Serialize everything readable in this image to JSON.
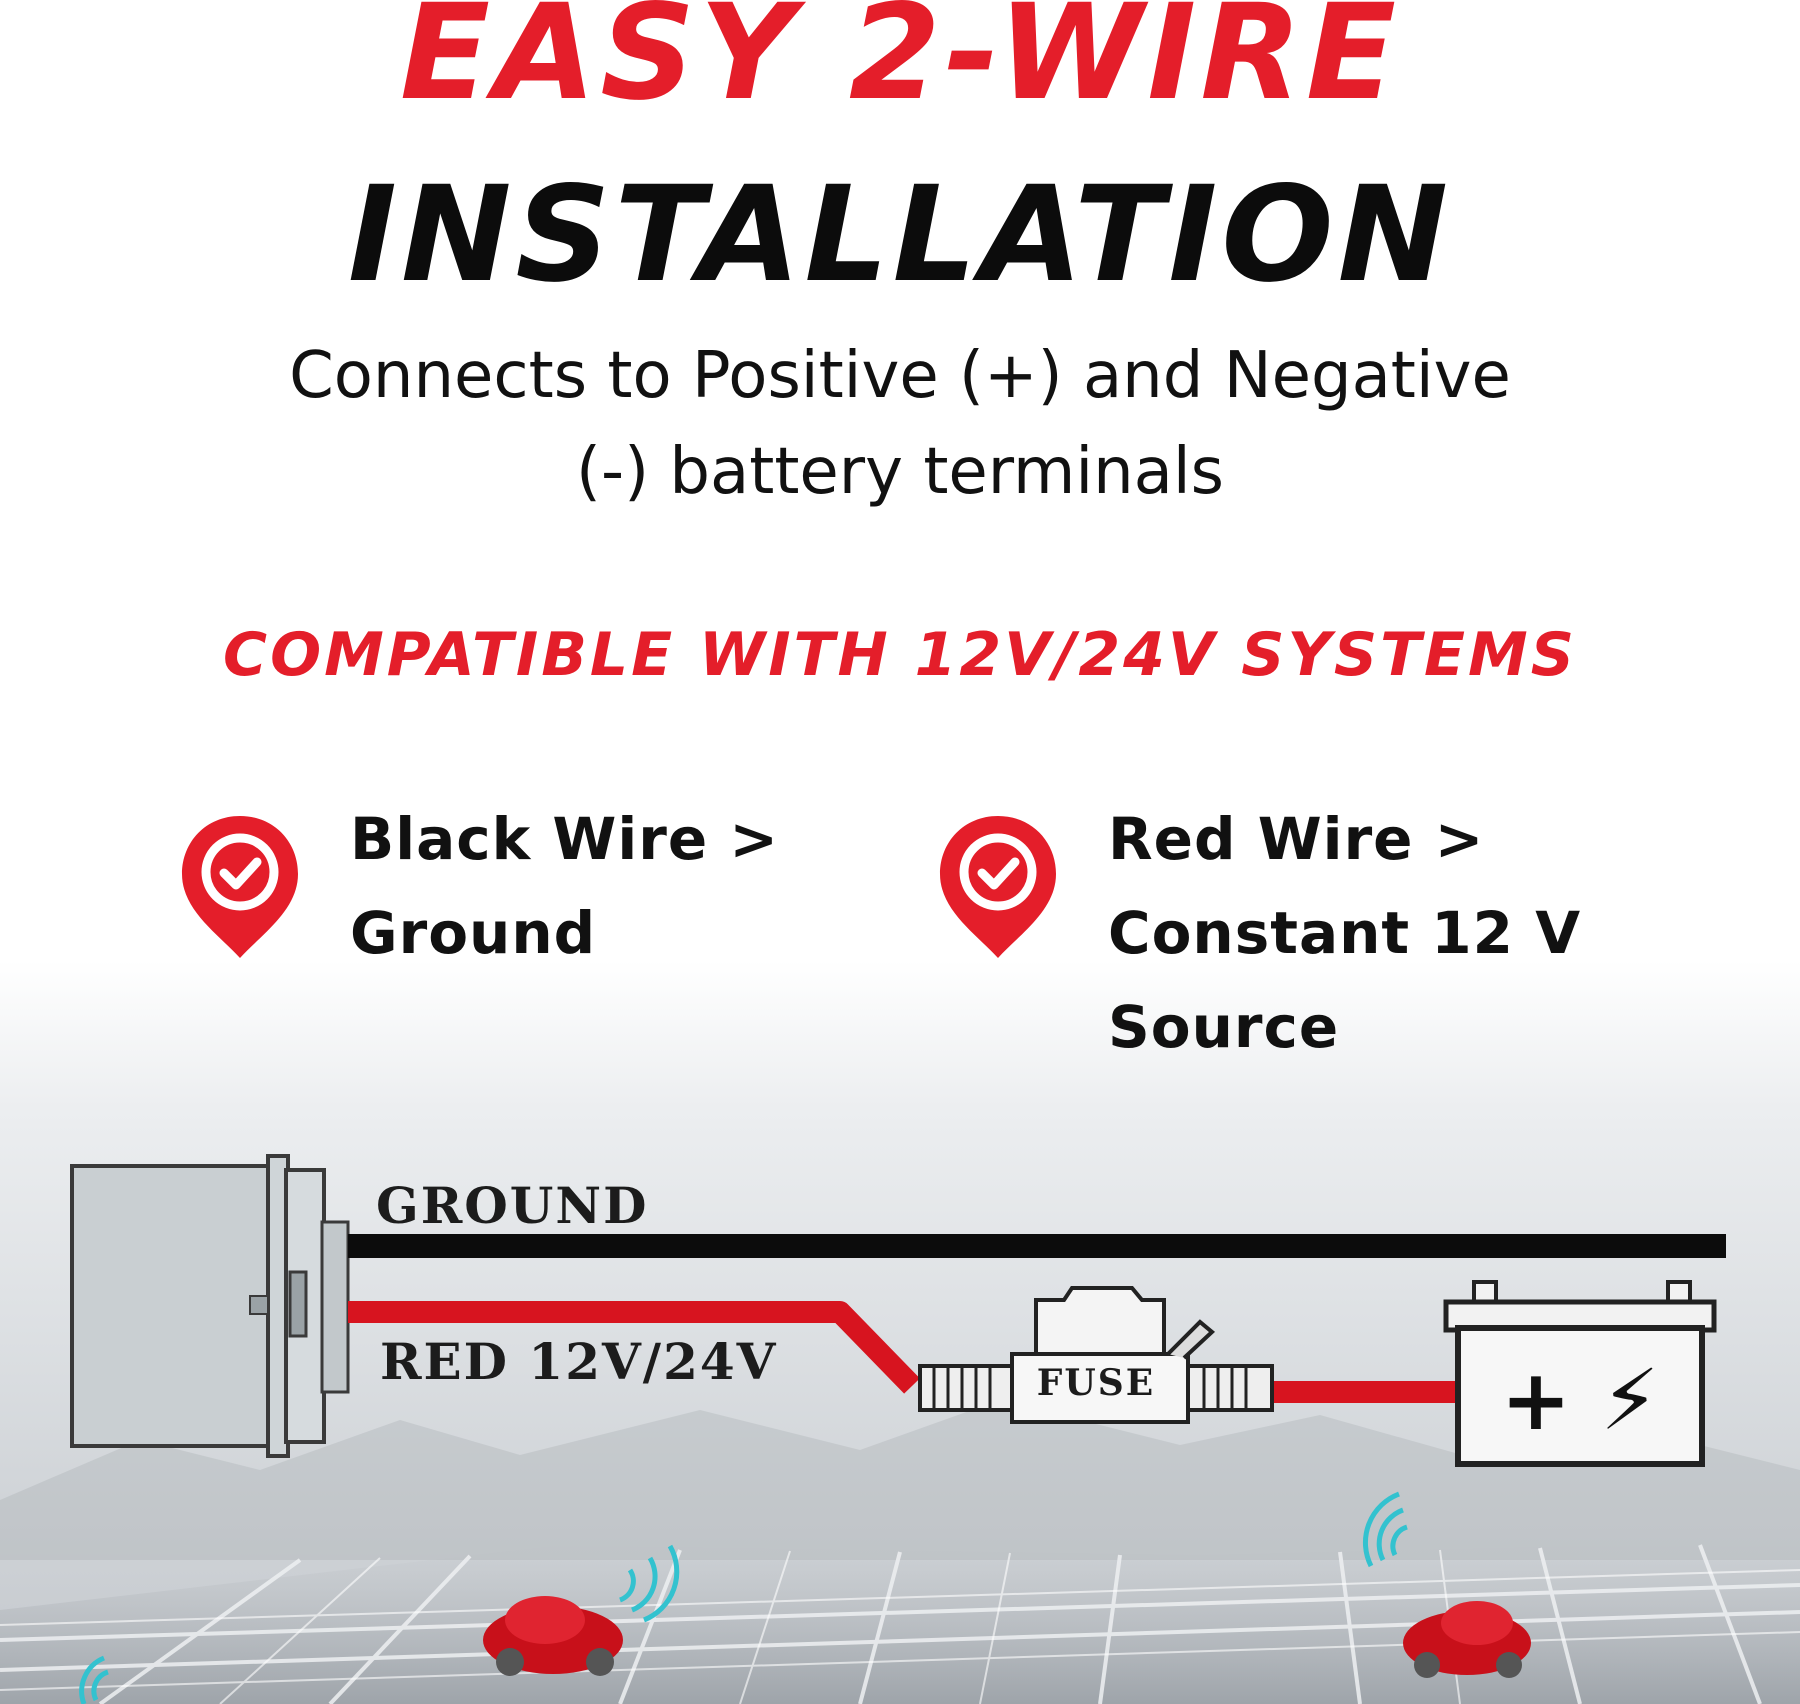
{
  "headline": {
    "line1": "EASY 2-WIRE",
    "line2": "INSTALLATION"
  },
  "subtitle": {
    "line1": "Connects to Positive (+) and Negative",
    "line2": "(-) battery terminals"
  },
  "compatibility": "COMPATIBLE WITH 12V/24V SYSTEMS",
  "features": [
    {
      "lines": [
        "Black Wire >",
        "Ground"
      ],
      "icon": "map-pin-check-icon"
    },
    {
      "lines": [
        "Red Wire >",
        "Constant 12 V",
        "Source"
      ],
      "icon": "map-pin-check-icon"
    }
  ],
  "diagram": {
    "ground_label": "GROUND",
    "red_label": "RED 12V/24V",
    "fuse_label": "FUSE",
    "battery_symbols": "+ ⚡",
    "device_icon": "gps-tracker-box-icon",
    "battery_icon": "car-battery-icon"
  },
  "colors": {
    "brand_red": "#e41e2a",
    "black": "#0c0c0c",
    "wire_red": "#d7141f",
    "device_grey": "#c9cfd2"
  },
  "background_icons": [
    "city-map-icon",
    "red-car-icon",
    "signal-waves-icon"
  ]
}
